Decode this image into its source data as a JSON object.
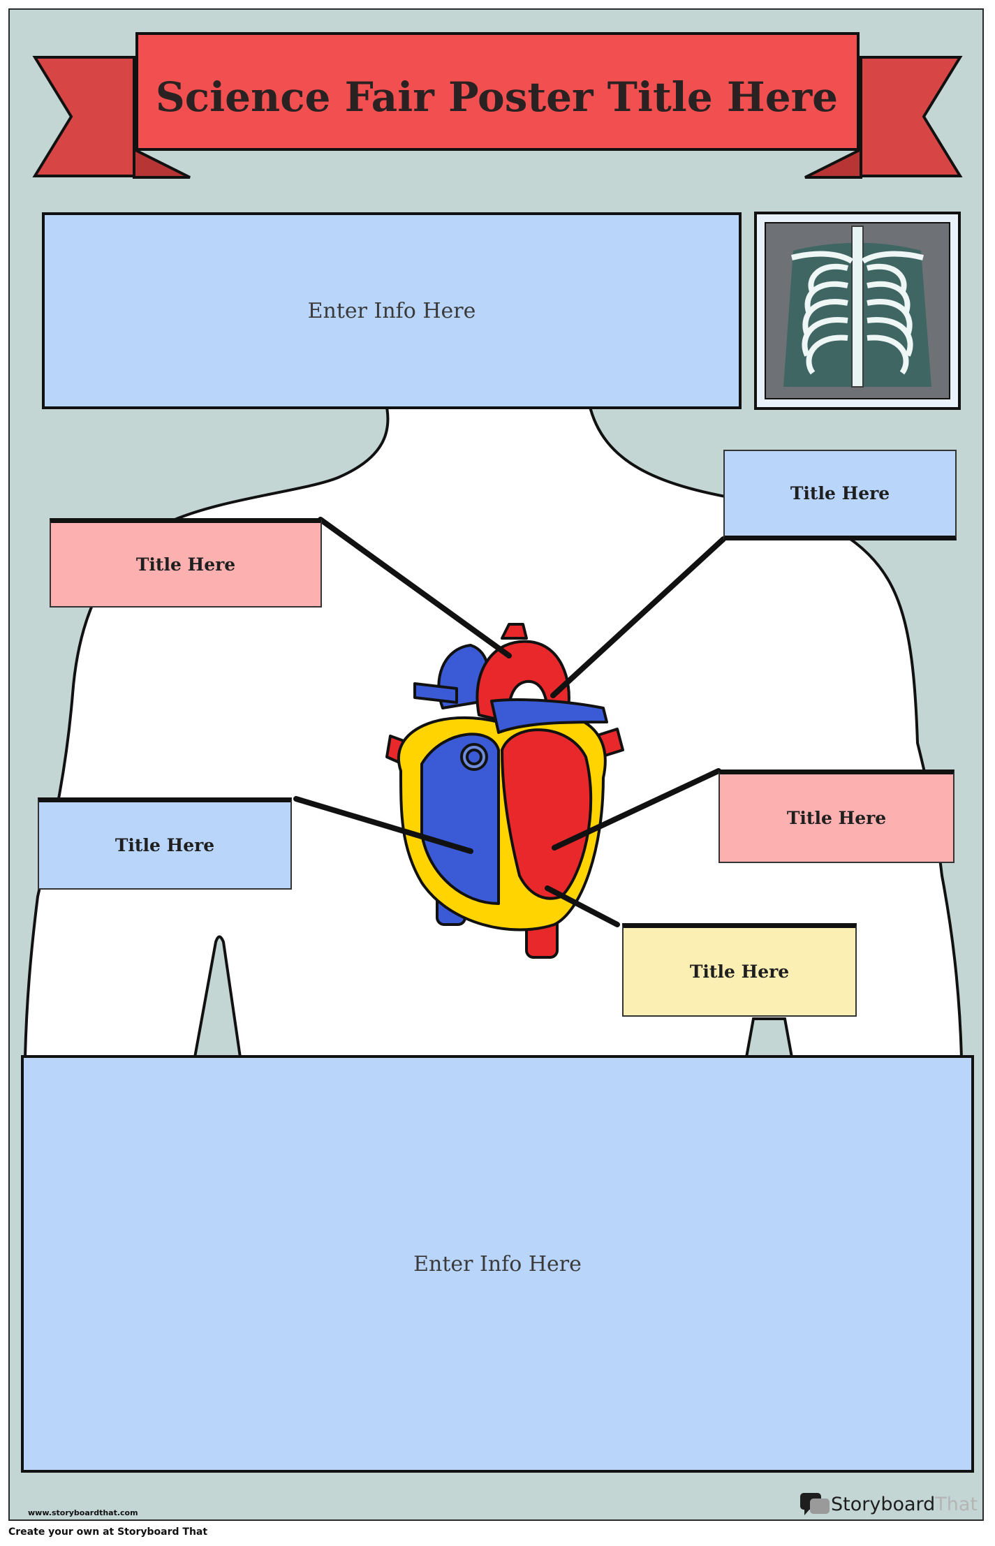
{
  "poster": {
    "title": "Science Fair Poster Title Here",
    "top_info": "Enter Info Here",
    "bottom_info": "Enter Info Here",
    "labels": {
      "upper_left": "Title Here",
      "upper_right": "Title Here",
      "middle_left": "Title Here",
      "middle_right": "Title Here",
      "lower_center": "Title Here"
    },
    "colors": {
      "background": "#c3d6d3",
      "banner": "#f25050",
      "blue_box": "#b9d5fa",
      "pink_box": "#fdb0b0",
      "yellow_box": "#fcefb4"
    },
    "image_icons": [
      "xray-chest-icon",
      "heart-diagram-icon"
    ]
  },
  "footer": {
    "url": "www.storyboardthat.com",
    "brand_dark": "Storyboard",
    "brand_light": "That",
    "create_line": "Create your own at Storyboard That"
  }
}
